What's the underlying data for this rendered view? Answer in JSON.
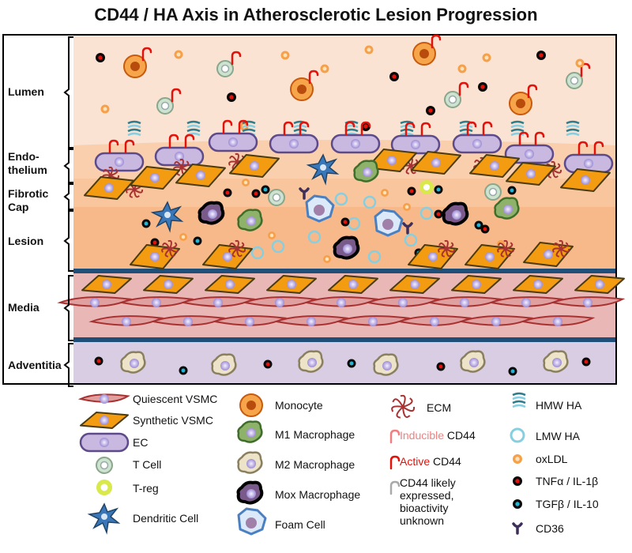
{
  "title": "CD44 / HA Axis in Atherosclerotic Lesion Progression",
  "layers": [
    {
      "label": "Lumen"
    },
    {
      "label": "Endo-\nthelium"
    },
    {
      "label": "Fibrotic\nCap"
    },
    {
      "label": "Lesion"
    },
    {
      "label": "Media"
    },
    {
      "label": "Adventitia"
    }
  ],
  "legend": {
    "col1": [
      {
        "label": "Quiescent VSMC",
        "icon": "quiescent-vsmc-icon"
      },
      {
        "label": "Synthetic VSMC",
        "icon": "synthetic-vsmc-icon"
      },
      {
        "label": "EC",
        "icon": "ec-icon"
      },
      {
        "label": "T Cell",
        "icon": "t-cell-icon"
      },
      {
        "label": "T-reg",
        "icon": "t-reg-icon"
      },
      {
        "label": "Dendritic Cell",
        "icon": "dendritic-cell-icon"
      }
    ],
    "col2": [
      {
        "label": "Monocyte",
        "icon": "monocyte-icon"
      },
      {
        "label": "M1 Macrophage",
        "icon": "m1-macrophage-icon"
      },
      {
        "label": "M2 Macrophage",
        "icon": "m2-macrophage-icon"
      },
      {
        "label": "Mox Macrophage",
        "icon": "mox-macrophage-icon"
      },
      {
        "label": "Foam Cell",
        "icon": "foam-cell-icon"
      }
    ],
    "col3": {
      "ecm": "ECM",
      "inducible_word": "Inducible",
      "inducible_suffix": " CD44",
      "active_word": "Active",
      "active_suffix": " CD44",
      "unknown_line1": "CD44 likely",
      "unknown_line2": "expressed,",
      "unknown_line3": "bioactivity",
      "unknown_line4": "unknown"
    },
    "col4": [
      {
        "label": "HMW HA",
        "icon": "hmw-ha-icon"
      },
      {
        "label": "LMW HA",
        "icon": "lmw-ha-icon"
      },
      {
        "label": "oxLDL",
        "icon": "oxldl-icon"
      },
      {
        "label": "TNFα / IL-1β",
        "icon": "tnf-il1-icon"
      },
      {
        "label": "TGFβ / IL-10",
        "icon": "tgf-il10-icon"
      },
      {
        "label": "CD36",
        "icon": "cd36-icon"
      }
    ]
  },
  "colors": {
    "lumen": "#fbe3d3",
    "cap": "#f9c59c",
    "lesion": "#f7b98a",
    "media": "#e9b7b5",
    "adventitia": "#d8cde3",
    "elastic_lamina": "#1f4e79",
    "vsmc_synthetic": "#f39c12",
    "vsmc_quiescent": "#cf6e6e",
    "cd44_active": "#e3120b",
    "cd44_inducible": "#f08080",
    "oxldl": "#f5a04a"
  }
}
